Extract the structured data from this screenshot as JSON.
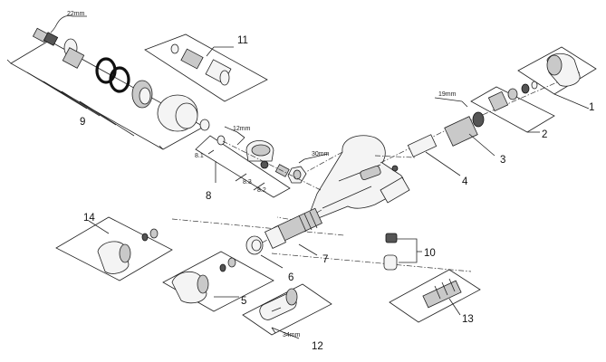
{
  "part_numbers": {
    "p1": "1",
    "p2": "2",
    "p3": "3",
    "p4": "4",
    "p5": "5",
    "p6": "6",
    "p7": "7",
    "p8": "8",
    "p8_1": "8.1",
    "p8_2": "8.2",
    "p8_3": "8.3",
    "p9": "9",
    "p10": "10",
    "p11": "11",
    "p12": "12",
    "p13": "13",
    "p14": "14"
  },
  "wrench_sizes": {
    "s22": "22mm",
    "s12": "12mm",
    "s30": "30mm",
    "s19": "19mm",
    "s34": "34mm"
  }
}
